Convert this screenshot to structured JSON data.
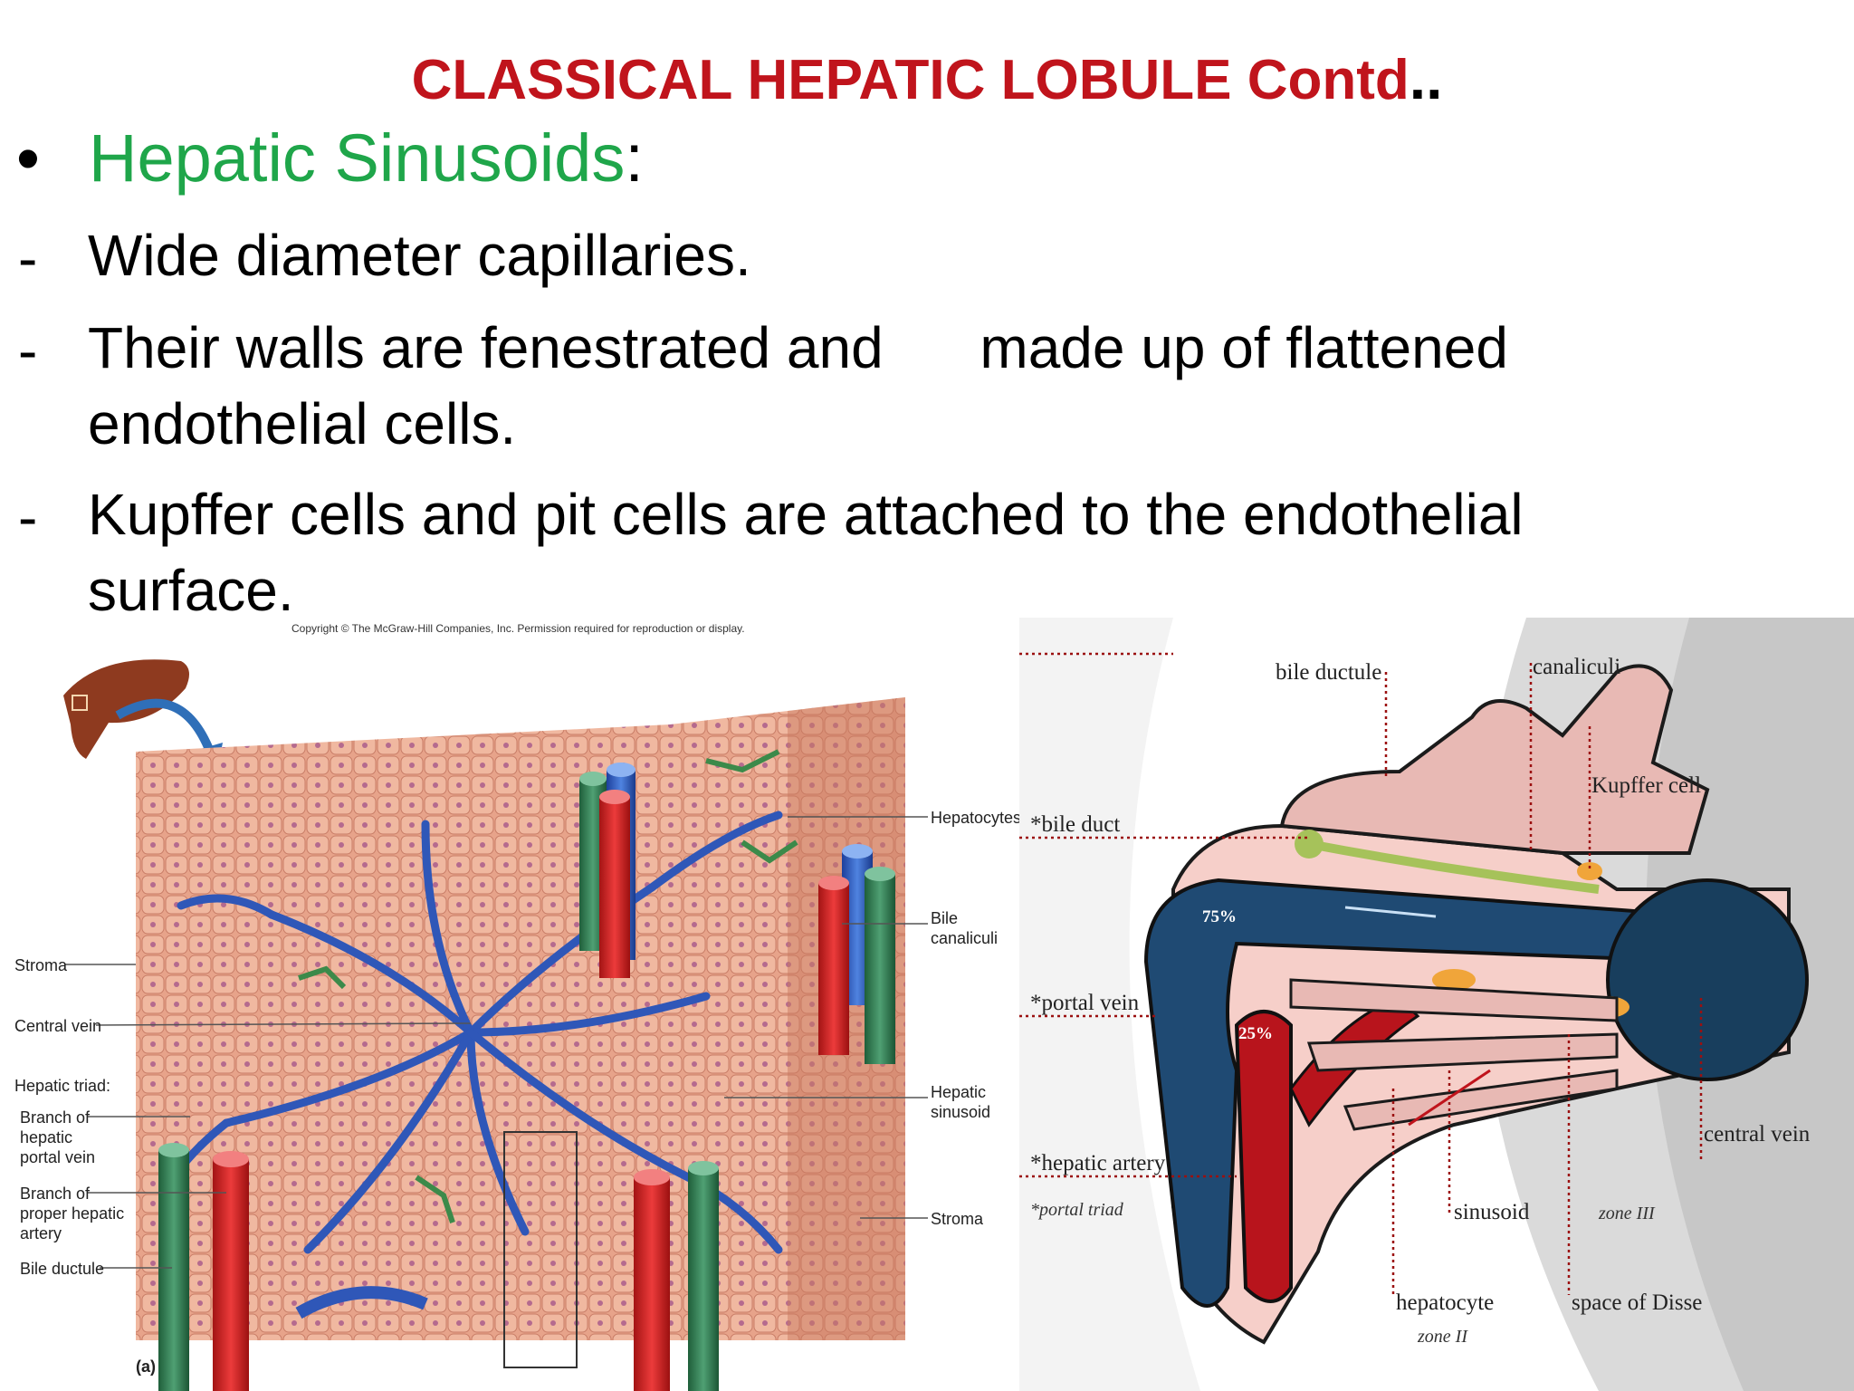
{
  "slide": {
    "title": "CLASSICAL HEPATIC LOBULE  Contd",
    "title_suffix": "..",
    "colors": {
      "title": "#c0141c",
      "heading": "#1fa64a",
      "body": "#000000"
    }
  },
  "bullet": {
    "marker": "•",
    "heading": "Hepatic Sinusoids",
    "punct": ":"
  },
  "items": [
    {
      "dash": "-",
      "lines": [
        "Wide diameter capillaries."
      ]
    },
    {
      "dash": "-",
      "lines": [
        "Their walls are fenestrated and      made up of flattened",
        "endothelial cells."
      ]
    },
    {
      "dash": "-",
      "lines": [
        "Kupffer cells and pit cells are attached to the endothelial",
        "surface."
      ]
    }
  ],
  "figure_a": {
    "copyright": "Copyright © The McGraw-Hill Companies, Inc. Permission required for reproduction or display.",
    "labels": {
      "stroma_left": "Stroma",
      "central_vein": "Central vein",
      "hepatic_triad": "Hepatic triad:",
      "portal_1": "Branch of",
      "portal_2": "hepatic",
      "portal_3": "portal vein",
      "artery_1": "Branch of",
      "artery_2": "proper hepatic",
      "artery_3": "artery",
      "bile_ductule": "Bile ductule",
      "hepatocytes": "Hepatocytes",
      "bile_canaliculi_1": "Bile",
      "bile_canaliculi_2": "canaliculi",
      "hepatic_sinusoid_1": "Hepatic",
      "hepatic_sinusoid_2": "sinusoid",
      "stroma_right": "Stroma",
      "panel": "(a)"
    }
  },
  "figure_b": {
    "labels": {
      "bile_ductule": "bile ductule",
      "canaliculi": "canaliculi",
      "kupffer_cell": "Kupffer cell",
      "bile_duct": "*bile duct",
      "portal_vein": "*portal vein",
      "hepatic_artery": "*hepatic artery",
      "portal_triad": "*portal triad",
      "sinusoid": "sinusoid",
      "zone_iii": "zone III",
      "hepatocyte": "hepatocyte",
      "zone_ii": "zone II",
      "space_of_disse": "space of Disse",
      "central_vein": "central vein",
      "pct_portal": "75%",
      "pct_artery": "25%"
    }
  }
}
